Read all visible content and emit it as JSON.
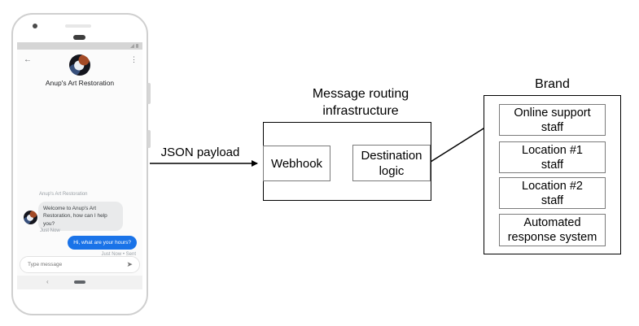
{
  "colors": {
    "outgoing_bubble": "#1a73e8",
    "incoming_bubble": "#e9eaeb",
    "status_bar": "#d5d5d5",
    "container_border": "#000000",
    "inner_box_border": "#7a7a7a"
  },
  "phone": {
    "status_bar": {
      "signal_icon": "signal-triangle",
      "battery_icon": "battery"
    },
    "header": {
      "back_icon": "←",
      "menu_icon": "⋮",
      "title": "Anup's Art Restoration"
    },
    "chat": {
      "sender_label": "Anup's Art Restoration",
      "incoming_message": "Welcome to Anup's Art Restoration, how can I help you?",
      "incoming_timestamp": "Just Now",
      "outgoing_message": "Hi, what are your hours?",
      "outgoing_timestamp": "Just Now • Sent"
    },
    "composer": {
      "placeholder": "Type message",
      "send_icon": "➤"
    },
    "nav": {
      "back_icon": "‹"
    }
  },
  "diagram": {
    "payload_arrow_label": "JSON payload",
    "routing": {
      "title": "Message routing\ninfrastructure",
      "webhook": "Webhook",
      "destination": "Destination\nlogic"
    },
    "brand": {
      "title": "Brand",
      "members": [
        "Online support\nstaff",
        "Location #1\nstaff",
        "Location #2\nstaff",
        "Automated\nresponse system"
      ]
    }
  }
}
